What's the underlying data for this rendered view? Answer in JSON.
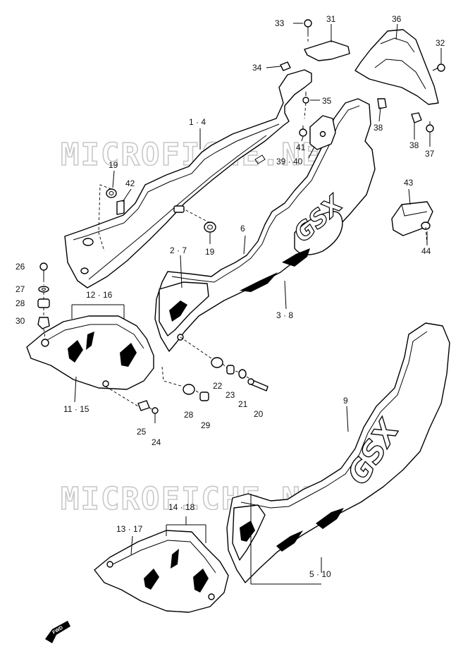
{
  "watermark": "MICROFICHE.NET",
  "fwd_label": "FWD",
  "callouts": {
    "c33": "33",
    "c31": "31",
    "c36": "36",
    "c32": "32",
    "c34": "34",
    "c35": "35",
    "c38a": "38",
    "c38b": "38",
    "c37": "37",
    "c41": "41",
    "c39_40": "39 · 40",
    "c1_4": "1 · 4",
    "c19a": "19",
    "c42": "42",
    "c19b": "19",
    "c6": "6",
    "c43": "43",
    "c44": "44",
    "c2_7": "2 · 7",
    "c3_8": "3 · 8",
    "c26": "26",
    "c27": "27",
    "c28a": "28",
    "c30": "30",
    "c12_16": "12 · 16",
    "c11_15": "11 · 15",
    "c22": "22",
    "c23": "23",
    "c21": "21",
    "c20": "20",
    "c28b": "28",
    "c29": "29",
    "c25": "25",
    "c24": "24",
    "c9": "9",
    "c14_18": "14 · 18",
    "c13_17": "13 · 17",
    "c5_10": "5 · 10"
  }
}
